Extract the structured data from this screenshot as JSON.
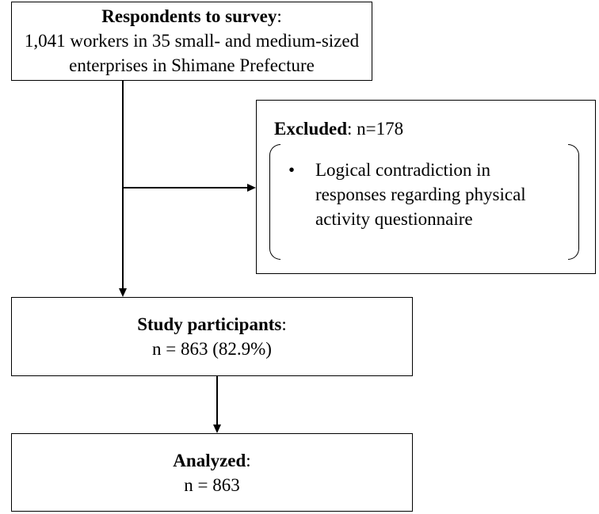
{
  "respondents": {
    "label": "Respondents to survey",
    "separator": ":",
    "line1": "1,041 workers in 35 small- and medium-sized",
    "line2": "enterprises in Shimane Prefecture"
  },
  "excluded": {
    "label": "Excluded",
    "value": ": n=178",
    "bullet": "•",
    "reasons": [
      "Logical contradiction in responses regarding physical activity questionnaire"
    ]
  },
  "study_participants": {
    "label": "Study participants",
    "separator": ":",
    "value": "n = 863 (82.9%)"
  },
  "analyzed": {
    "label": "Analyzed",
    "separator": ":",
    "value": "n = 863"
  }
}
